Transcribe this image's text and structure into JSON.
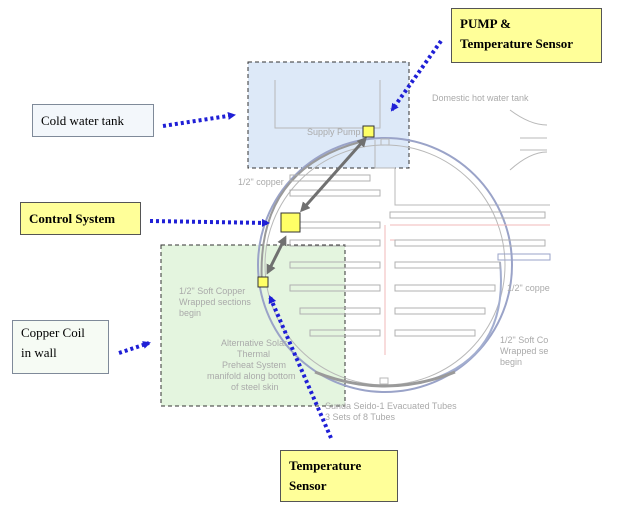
{
  "callouts": {
    "cold_water_tank": "Cold water tank",
    "control_system": "Control System",
    "copper_coil_line1": "Copper Coil",
    "copper_coil_line2": "in wall",
    "pump_line1": "PUMP &",
    "pump_line2": "Temperature Sensor",
    "temp_sensor_line1": "Temperature",
    "temp_sensor_line2": "Sensor"
  },
  "drawing_labels": {
    "domestic_hot_water_tank": "Domestic hot water tank",
    "supply_pump": "Supply Pump",
    "copper_half_inch": "1/2\" copper",
    "soft_copper_left_1": "1/2\" Soft Copper",
    "soft_copper_left_2": "Wrapped sections",
    "soft_copper_left_3": "begin",
    "alt_solar_1": "Alternative Solar",
    "alt_solar_2": "Thermal",
    "alt_solar_3": "Preheat System",
    "alt_solar_4": "manifold along bottom",
    "alt_solar_5": "of steel skin",
    "right_copper": "1/2\" coppe",
    "right_soft_1": "1/2\" Soft Co",
    "right_soft_2": "Wrapped se",
    "right_soft_3": "begin",
    "tubes_1": "Sunda Seido-1 Evacuated Tubes",
    "tubes_2": "3 Sets of 8 Tubes"
  },
  "colors": {
    "arrow_blue": "#1f1fd6",
    "highlight_blue": "#dde9f8",
    "highlight_green": "#e4f5df",
    "sensor_yellow": "#ffff66",
    "connector_gray": "#707070"
  }
}
